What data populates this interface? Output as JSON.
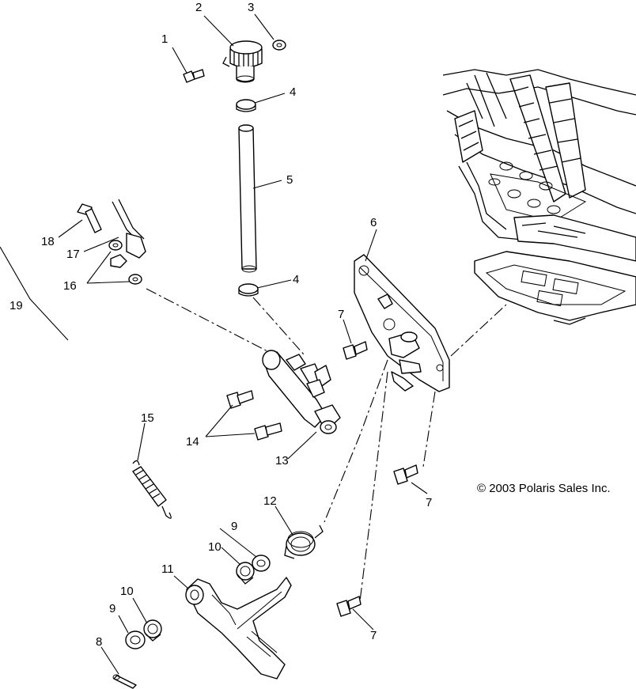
{
  "copyright": "© 2003 Polaris Sales Inc.",
  "callouts": [
    {
      "id": "c1",
      "label": "1"
    },
    {
      "id": "c2",
      "label": "2"
    },
    {
      "id": "c3",
      "label": "3"
    },
    {
      "id": "c4a",
      "label": "4"
    },
    {
      "id": "c4b",
      "label": "4"
    },
    {
      "id": "c5",
      "label": "5"
    },
    {
      "id": "c6",
      "label": "6"
    },
    {
      "id": "c7a",
      "label": "7"
    },
    {
      "id": "c7b",
      "label": "7"
    },
    {
      "id": "c7c",
      "label": "7"
    },
    {
      "id": "c8",
      "label": "8"
    },
    {
      "id": "c9a",
      "label": "9"
    },
    {
      "id": "c9b",
      "label": "9"
    },
    {
      "id": "c10a",
      "label": "10"
    },
    {
      "id": "c10b",
      "label": "10"
    },
    {
      "id": "c11",
      "label": "11"
    },
    {
      "id": "c12",
      "label": "12"
    },
    {
      "id": "c13",
      "label": "13"
    },
    {
      "id": "c14",
      "label": "14"
    },
    {
      "id": "c15",
      "label": "15"
    },
    {
      "id": "c16",
      "label": "16"
    },
    {
      "id": "c17",
      "label": "17"
    },
    {
      "id": "c18",
      "label": "18"
    },
    {
      "id": "c19",
      "label": "19"
    }
  ]
}
